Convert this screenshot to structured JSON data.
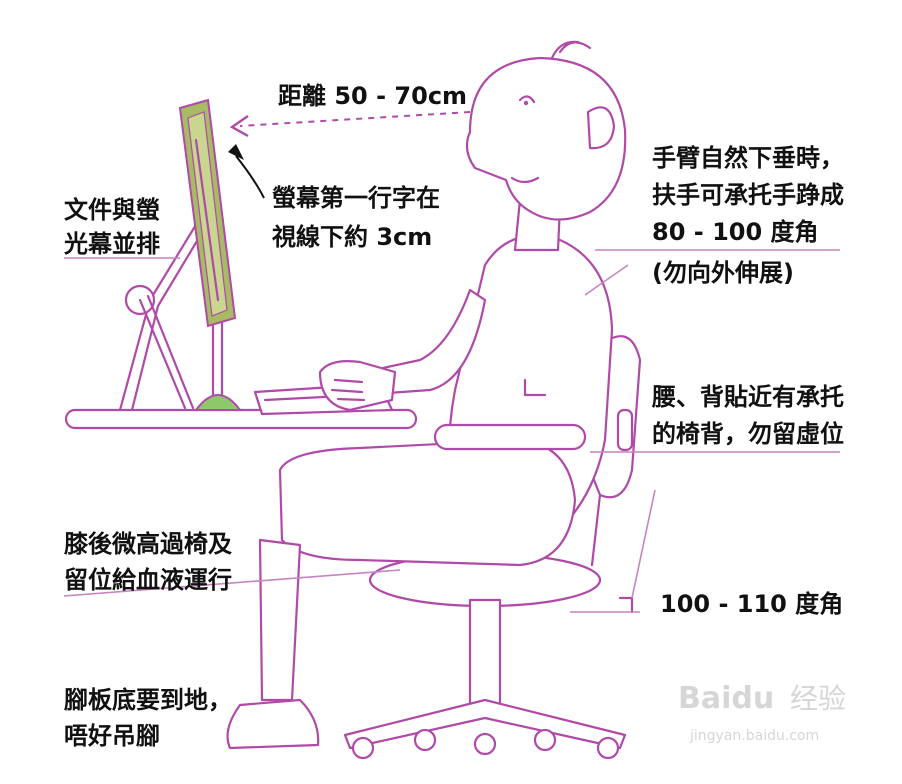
{
  "labels": {
    "distance": "距離 50 - 70cm",
    "screen_line1": "螢幕第一行字在",
    "screen_line2": "視線下約 3cm",
    "doc_line1": "文件與螢",
    "doc_line2": "光幕並排",
    "arm_line1": "手臂自然下垂時，",
    "arm_line2": "扶手可承托手踭成",
    "arm_line3": "80 - 100 度角",
    "arm_line4": "(勿向外伸展)",
    "back_line1": "腰、背貼近有承托",
    "back_line2": "的椅背，勿留虛位",
    "knee_line1": "膝後微高過椅及",
    "knee_line2": "留位給血液運行",
    "hip_angle": "100 - 110 度角",
    "feet_line1": "腳板底要到地，",
    "feet_line2": "唔好吊腳"
  },
  "watermark": {
    "brand": "Baidu",
    "product": "经验",
    "url": "jingyan.baidu.com"
  },
  "colors": {
    "outline": "#b04aa8",
    "leader": "#c784c1",
    "monitor_green": "#a6bb63",
    "monitor_base": "#8dc96a",
    "text": "#111111"
  }
}
